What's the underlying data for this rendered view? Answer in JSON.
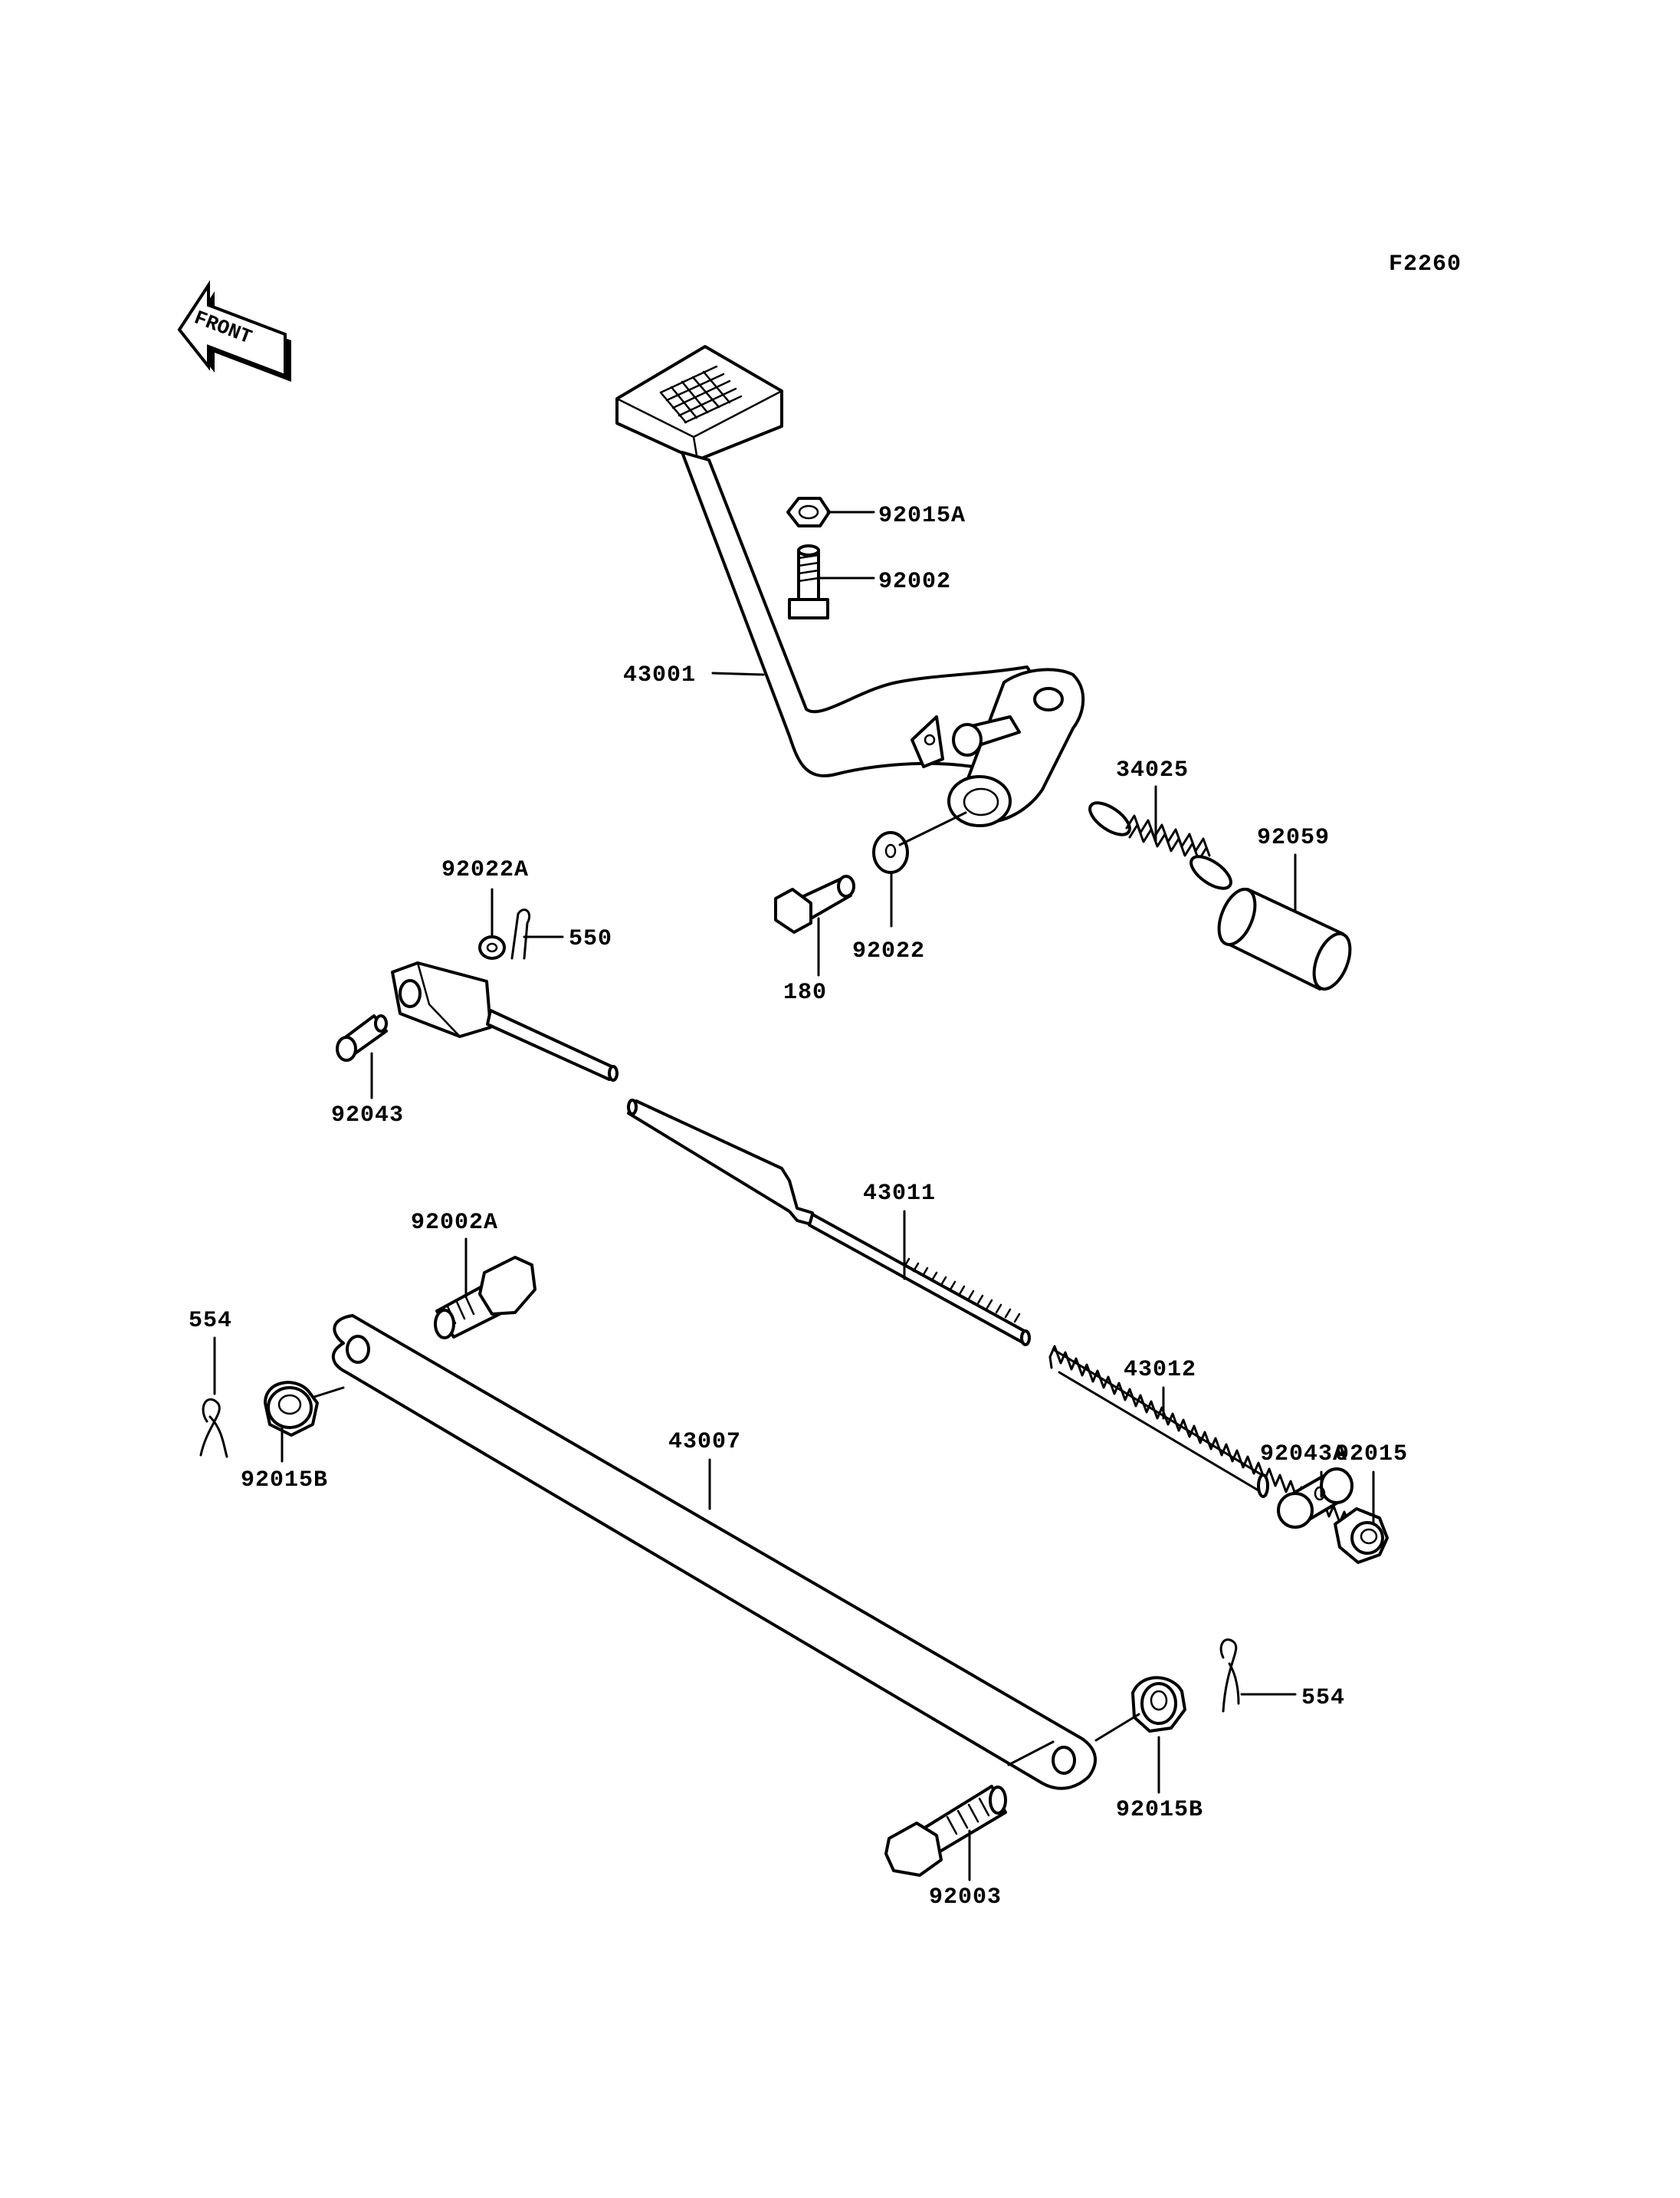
{
  "figure_code": "F2260",
  "front_label": "FRONT",
  "parts": [
    {
      "id": "p43001",
      "label": "43001"
    },
    {
      "id": "p92015A",
      "label": "92015A"
    },
    {
      "id": "p92002",
      "label": "92002"
    },
    {
      "id": "p34025",
      "label": "34025"
    },
    {
      "id": "p92059",
      "label": "92059"
    },
    {
      "id": "p92022A",
      "label": "92022A"
    },
    {
      "id": "p550",
      "label": "550"
    },
    {
      "id": "p92022",
      "label": "92022"
    },
    {
      "id": "p180",
      "label": "180"
    },
    {
      "id": "p92043",
      "label": "92043"
    },
    {
      "id": "p43011",
      "label": "43011"
    },
    {
      "id": "p92002A",
      "label": "92002A"
    },
    {
      "id": "p554a",
      "label": "554"
    },
    {
      "id": "p92015Ba",
      "label": "92015B"
    },
    {
      "id": "p43012",
      "label": "43012"
    },
    {
      "id": "p43007",
      "label": "43007"
    },
    {
      "id": "p92043A",
      "label": "92043A"
    },
    {
      "id": "p92015",
      "label": "92015"
    },
    {
      "id": "p554b",
      "label": "554"
    },
    {
      "id": "p92015Bb",
      "label": "92015B"
    },
    {
      "id": "p92003",
      "label": "92003"
    }
  ]
}
